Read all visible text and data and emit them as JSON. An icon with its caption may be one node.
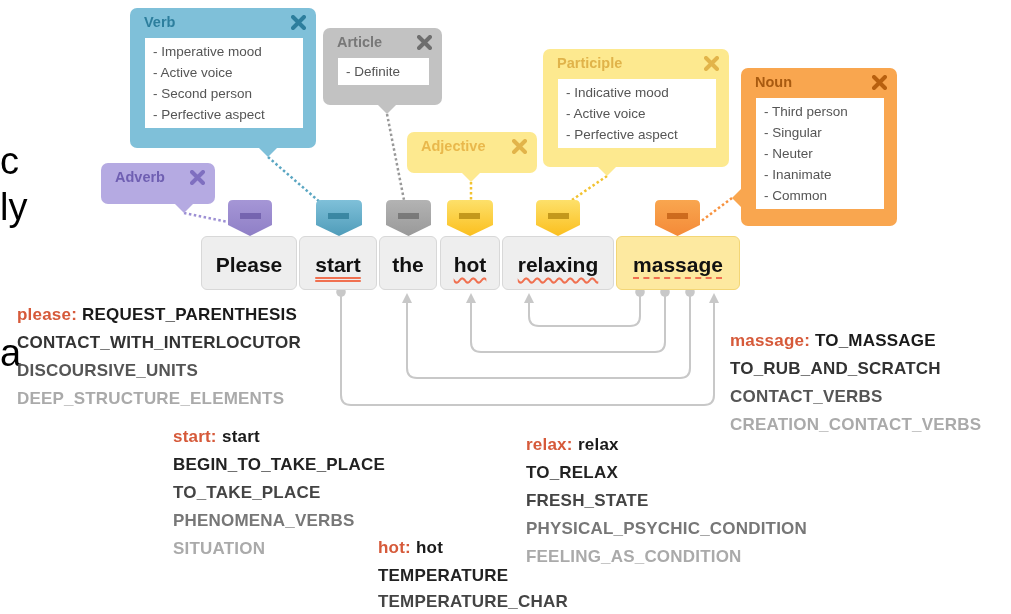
{
  "diagram": {
    "nodes": [
      {
        "text": [
          "Please"
        ]
      },
      {
        "text": [
          "start"
        ]
      },
      {
        "text": [
          "the"
        ]
      },
      {
        "text": [
          "hot"
        ]
      },
      {
        "text": [
          "relaxing"
        ]
      },
      {
        "text": [
          "massage"
        ]
      },
      {
        "text": [],
        "shape": "box"
      },
      {
        "text": [],
        "shape": "box"
      },
      {
        "text": [],
        "shape": "box"
      },
      {
        "text": [],
        "shape": "box"
      },
      {
        "text": [],
        "shape": "box"
      },
      {
        "text": [],
        "shape": "box"
      },
      {
        "text": [
          "Adverb"
        ]
      },
      {
        "text": [
          "Verb",
          "- Imperative mood",
          "- Active voice",
          "- Second person",
          "- Perfective aspect"
        ]
      },
      {
        "text": [
          "Article",
          "- Definite"
        ]
      },
      {
        "text": [
          "Adjective"
        ]
      },
      {
        "text": [
          "Participle",
          "- Indicative mood",
          "- Active voice",
          "- Perfective aspect"
        ]
      },
      {
        "text": [
          "Noun",
          "- Third person",
          "- Singular",
          "- Neuter",
          "- Inanimate",
          "- Common"
        ]
      }
    ],
    "edges": [
      {
        "from": 12,
        "to": 6,
        "arrow": "none",
        "style": "dashed",
        "color": "#9d90d4"
      },
      {
        "from": 13,
        "to": 7,
        "arrow": "none",
        "style": "dashed",
        "color": "#5aa6c2"
      },
      {
        "from": 14,
        "to": 8,
        "arrow": "none",
        "style": "dashed",
        "color": "#999999"
      },
      {
        "from": 15,
        "to": 9,
        "arrow": "none",
        "style": "dashed",
        "color": "#f2c230"
      },
      {
        "from": 16,
        "to": 10,
        "arrow": "none",
        "style": "dashed",
        "color": "#f2c230"
      },
      {
        "from": 17,
        "to": 11,
        "arrow": "none",
        "style": "dashed",
        "color": "#f7913d"
      },
      {
        "from": 5,
        "to": 4,
        "arrow": "to"
      },
      {
        "from": 5,
        "to": 3,
        "arrow": "to"
      },
      {
        "from": 5,
        "to": 2,
        "arrow": "to"
      },
      {
        "from": 1,
        "to": 5,
        "arrow": "to"
      }
    ],
    "labels": [
      "c",
      "ly",
      "a",
      "please:",
      "REQUEST_PARENTHESIS",
      "CONTACT_WITH_INTERLOCUTOR",
      "DISCOURSIVE_UNITS",
      "DEEP_STRUCTURE_ELEMENTS",
      "massage:",
      "TO_MASSAGE",
      "TO_RUB_AND_SCRATCH",
      "CONTACT_VERBS",
      "CREATION_CONTACT_VERBS",
      "start:",
      "start",
      "BEGIN_TO_TAKE_PLACE",
      "TO_TAKE_PLACE",
      "PHENOMENA_VERBS",
      "SITUATION",
      "relax:",
      "relax",
      "TO_RELAX",
      "FRESH_STATE",
      "PHYSICAL_PSYCHIC_CONDITION",
      "FEELING_AS_CONDITION",
      "hot:",
      "hot",
      "TEMPERATURE",
      "TEMPERATURE_CHAR"
    ]
  }
}
